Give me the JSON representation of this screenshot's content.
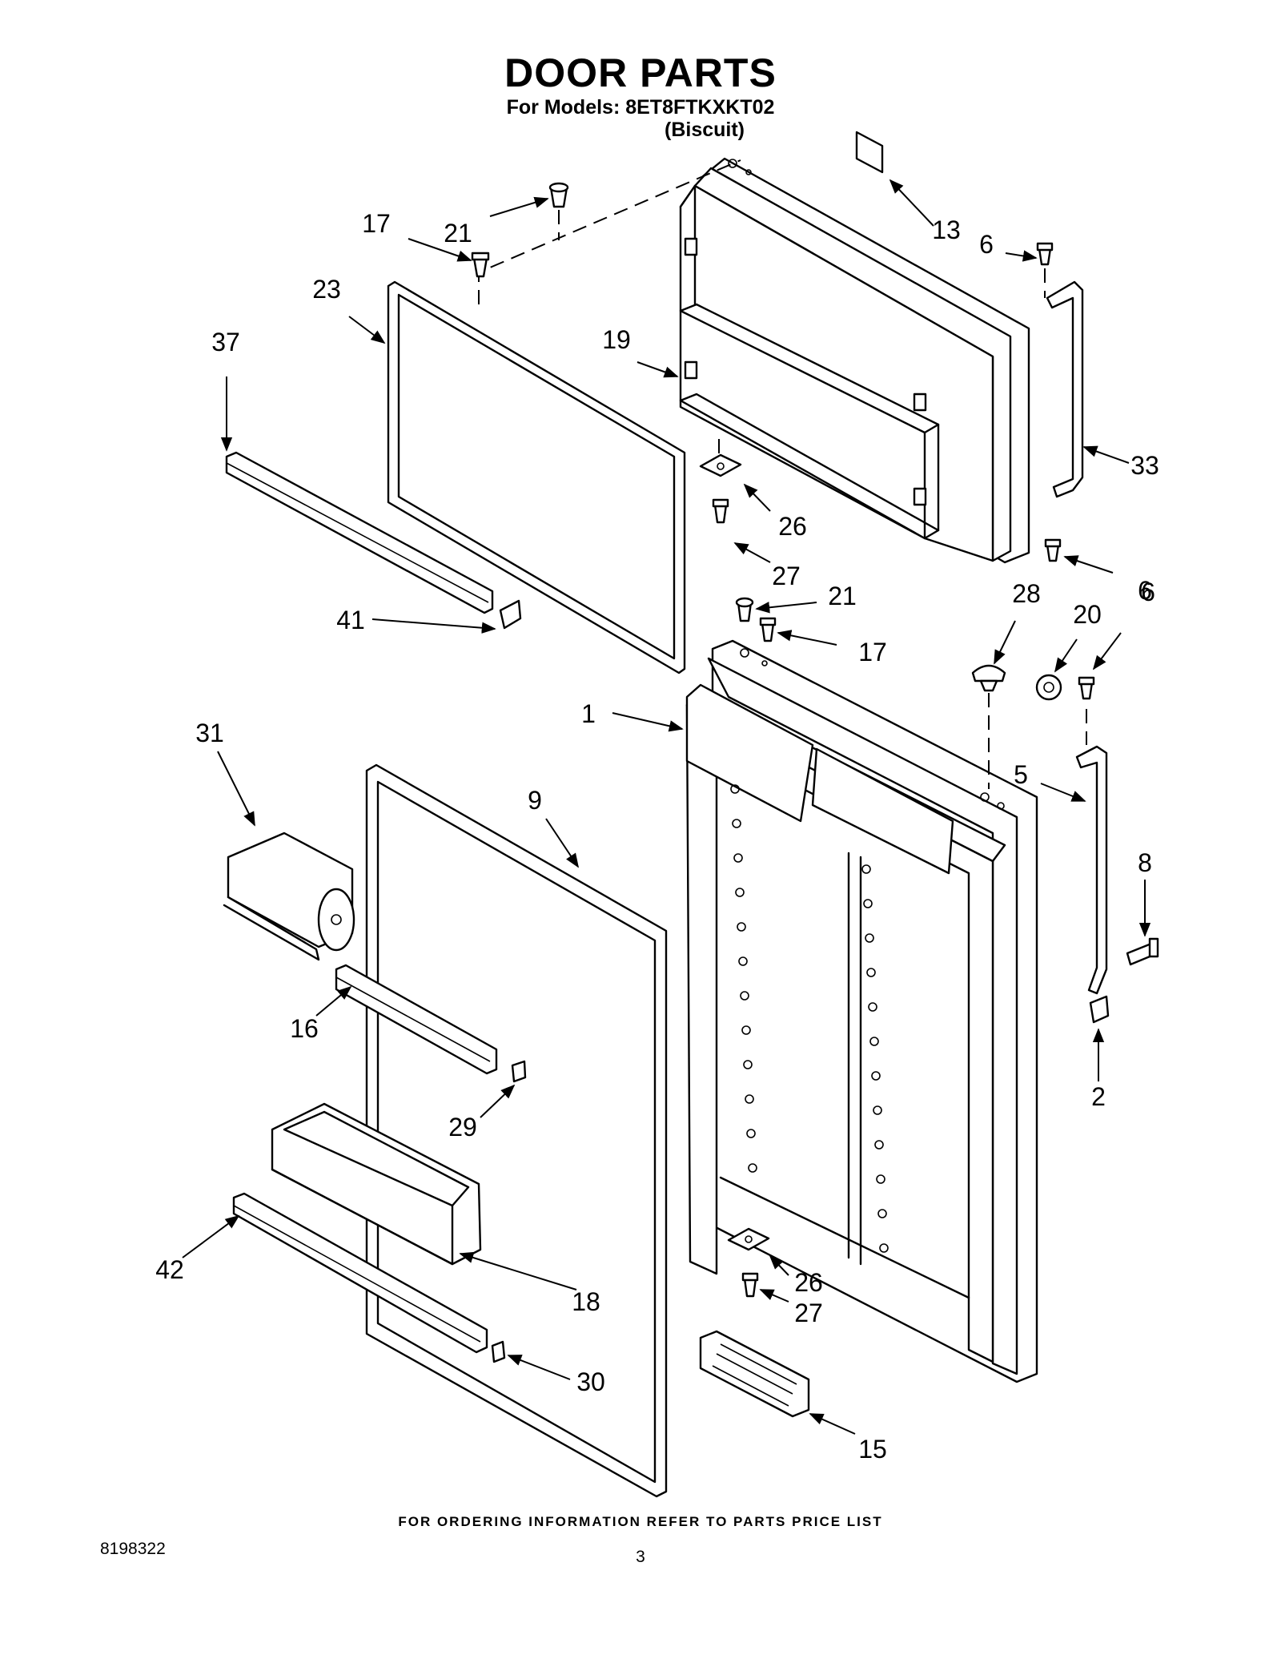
{
  "header": {
    "title": "DOOR PARTS",
    "models": "For Models: 8ET8FTKXKT02",
    "variant": "(Biscuit)"
  },
  "callouts": [
    {
      "id": "c13",
      "label": "13"
    },
    {
      "id": "c6a",
      "label": "6"
    },
    {
      "id": "c17a",
      "label": "17"
    },
    {
      "id": "c21a",
      "label": "21"
    },
    {
      "id": "c23",
      "label": "23"
    },
    {
      "id": "c37",
      "label": "37"
    },
    {
      "id": "c19",
      "label": "19"
    },
    {
      "id": "c33",
      "label": "33"
    },
    {
      "id": "c26a",
      "label": "26"
    },
    {
      "id": "c27a",
      "label": "27"
    },
    {
      "id": "c6b",
      "label": "6"
    },
    {
      "id": "c21b",
      "label": "21"
    },
    {
      "id": "c17b",
      "label": "17"
    },
    {
      "id": "c28",
      "label": "28"
    },
    {
      "id": "c20",
      "label": "20"
    },
    {
      "id": "c6c",
      "label": "6"
    },
    {
      "id": "c41",
      "label": "41"
    },
    {
      "id": "c1",
      "label": "1"
    },
    {
      "id": "c31",
      "label": "31"
    },
    {
      "id": "c9",
      "label": "9"
    },
    {
      "id": "c5",
      "label": "5"
    },
    {
      "id": "c8",
      "label": "8"
    },
    {
      "id": "c16",
      "label": "16"
    },
    {
      "id": "c2",
      "label": "2"
    },
    {
      "id": "c29",
      "label": "29"
    },
    {
      "id": "c42",
      "label": "42"
    },
    {
      "id": "c18",
      "label": "18"
    },
    {
      "id": "c26b",
      "label": "26"
    },
    {
      "id": "c27b",
      "label": "27"
    },
    {
      "id": "c30",
      "label": "30"
    },
    {
      "id": "c15",
      "label": "15"
    }
  ],
  "footer": {
    "ordering_note": "FOR ORDERING INFORMATION REFER TO PARTS PRICE LIST",
    "document_number": "8198322",
    "page_number": "3"
  }
}
